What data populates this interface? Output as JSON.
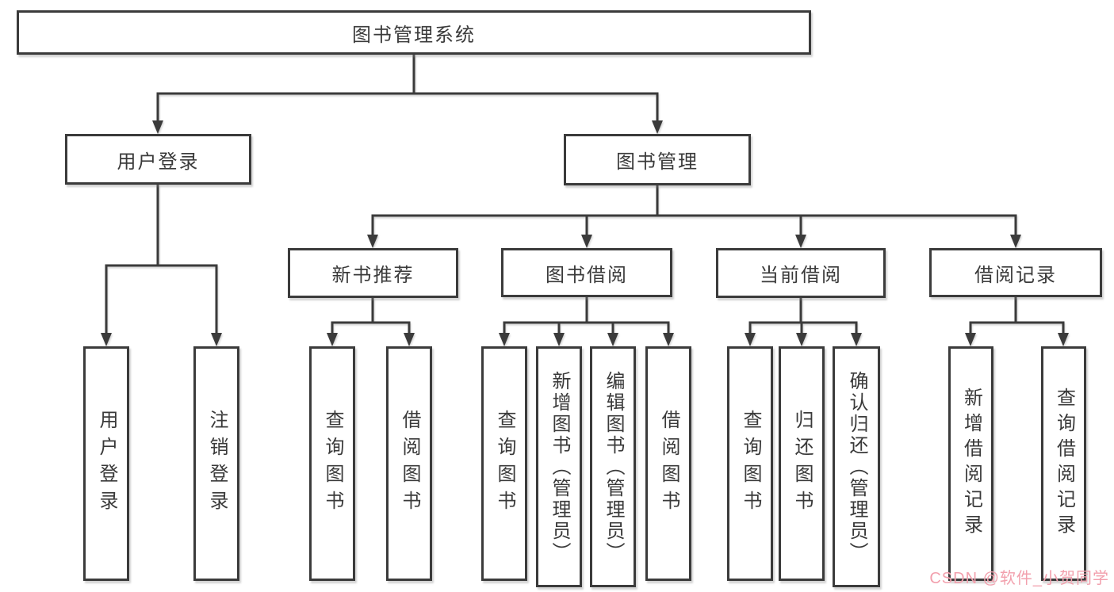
{
  "diagram": {
    "root": {
      "label": "图书管理系统"
    },
    "level2": {
      "user_login": {
        "label": "用户登录"
      },
      "book_mgmt": {
        "label": "图书管理"
      }
    },
    "level3": {
      "new_book": {
        "label": "新书推荐"
      },
      "book_borrow": {
        "label": "图书借阅"
      },
      "current_borrow": {
        "label": "当前借阅"
      },
      "borrow_record": {
        "label": "借阅记录"
      }
    },
    "leaves": {
      "user_login": {
        "label": "用户登录"
      },
      "logout": {
        "label": "注销登录"
      },
      "rec_query_book": {
        "label": "查询图书"
      },
      "rec_borrow_book": {
        "label": "借阅图书"
      },
      "bb_query_book": {
        "label": "查询图书"
      },
      "bb_add_book": {
        "label": "新增图书（管理员）"
      },
      "bb_edit_book": {
        "label": "编辑图书（管理员）"
      },
      "bb_borrow_book": {
        "label": "借阅图书"
      },
      "cb_query_book": {
        "label": "查询图书"
      },
      "cb_return_book": {
        "label": "归还图书"
      },
      "cb_confirm_return": {
        "label": "确认归还（管理员）"
      },
      "br_add_record": {
        "label": "新增借阅记录"
      },
      "br_query_record": {
        "label": "查询借阅记录"
      }
    }
  },
  "watermark": {
    "text": "CSDN @软件_小贺同学",
    "color": "#F2A0AD"
  },
  "colors": {
    "line": "#3B3B3B",
    "node_border": "#3B3B3B",
    "node_fill": "#FFFFFF",
    "text": "#3A3A3A",
    "background": "#FFFFFF"
  }
}
